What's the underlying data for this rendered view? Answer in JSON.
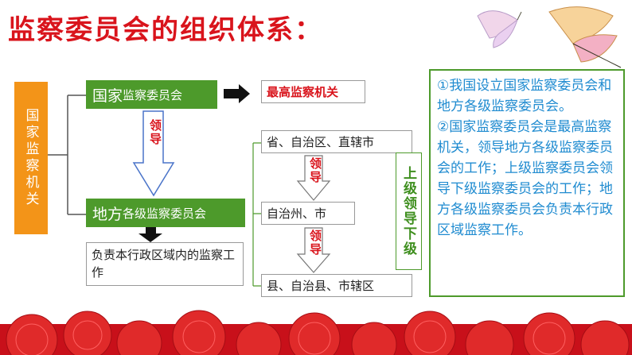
{
  "title": "监察委员会的组织体系：",
  "left_label": "国家监察机关",
  "national": {
    "prefix": "国家",
    "suffix": "监察委员会"
  },
  "highest": "最高监察机关",
  "lead_label_1": "领导",
  "local": {
    "prefix": "地方",
    "suffix": "各级监察委员会"
  },
  "responsible": "负责本行政区域内的监察工作",
  "levels": [
    "省、自治区、直辖市",
    "自治州、市",
    "县、自治县、市辖区"
  ],
  "lead_label_2": "领导",
  "lead_label_3": "领导",
  "upper_lower": "上级领导下级",
  "notes": [
    "①我国设立国家监察委员会和地方各级监察委员会。",
    "②国家监察委员会是最高监察机关，领导地方各级监察委员会的工作；上级监察委员会领导下级监察委员会的工作；地方各级监察委员会负责本行政区域监察工作。"
  ],
  "colors": {
    "red": "#d9141c",
    "green": "#4d9a2b",
    "orange": "#f39418",
    "blue": "#1f8bd0"
  }
}
